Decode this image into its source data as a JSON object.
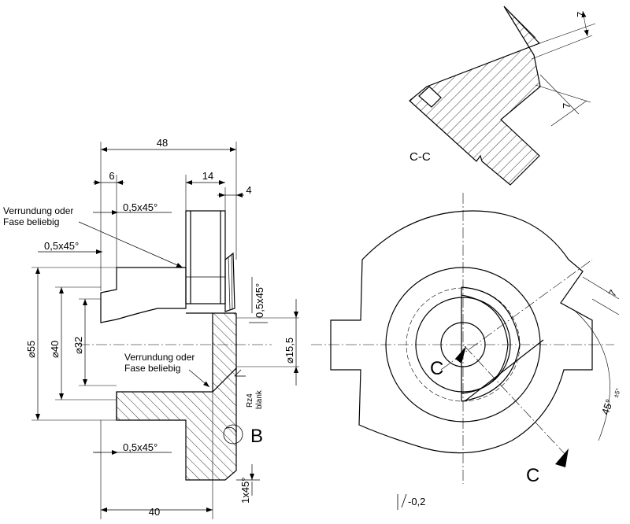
{
  "dimensions": {
    "d48": "48",
    "d6": "6",
    "d14": "14",
    "d4": "4",
    "d40": "40",
    "chamfer_top": "0,5x45°",
    "chamfer_left": "0,5x45°",
    "chamfer_bottom": "0,5x45°",
    "chamfer_vert": "0,5x45°",
    "dia55": "55",
    "dia40": "40",
    "dia32": "32",
    "dia15_5": "15,5",
    "chamfer_1x45": "1x45°",
    "cc_7_top": "7",
    "cc_7_bottom": "7",
    "front_7": "7",
    "angle": "45°",
    "angle_tol": "±5°"
  },
  "notes": {
    "rounding1_line1": "Verrundung oder",
    "rounding1_line2": "Fase beliebig",
    "rounding2_line1": "Verrundung oder",
    "rounding2_line2": "Fase beliebig",
    "surface_rz": "Rz4",
    "surface_blank": "blank",
    "detail_b": "B",
    "section_label": "C-C",
    "cut_c1": "C",
    "cut_c2": "C",
    "flatness": "-0,2"
  }
}
